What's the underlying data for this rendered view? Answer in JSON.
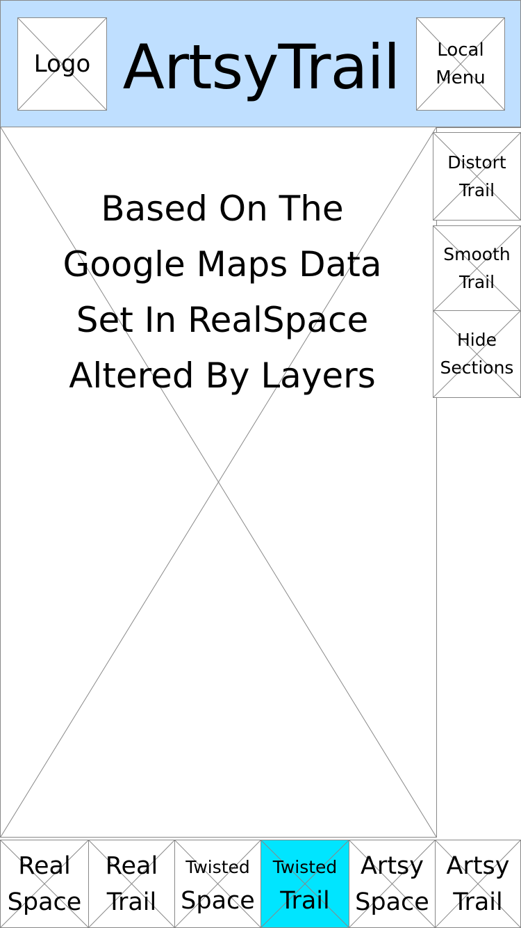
{
  "header": {
    "logo_label": "Logo",
    "title": "ArtsyTrail",
    "menu_label_line1": "Local",
    "menu_label_line2": "Menu",
    "background_color": "#bfdfff"
  },
  "map": {
    "lines": [
      "Based On The",
      "Google Maps Data",
      "Set In RealSpace",
      "Altered By Layers"
    ]
  },
  "side_tools": [
    {
      "line1": "Distort",
      "line2": "Trail"
    },
    {
      "line1": "Smooth",
      "line2": "Trail"
    },
    {
      "line1": "Hide",
      "line2": "Sections"
    }
  ],
  "bottom_tabs": [
    {
      "line1": "Real",
      "line2": "Space",
      "active": false
    },
    {
      "line1": "Real",
      "line2": "Trail",
      "active": false
    },
    {
      "line1": "Twisted",
      "line2": "Space",
      "active": false
    },
    {
      "line1": "Twisted",
      "line2": "Trail",
      "active": true
    },
    {
      "line1": "Artsy",
      "line2": "Space",
      "active": false
    },
    {
      "line1": "Artsy",
      "line2": "Trail",
      "active": false
    }
  ],
  "colors": {
    "active_tab": "#00e5ff",
    "placeholder_stroke": "#888888"
  }
}
